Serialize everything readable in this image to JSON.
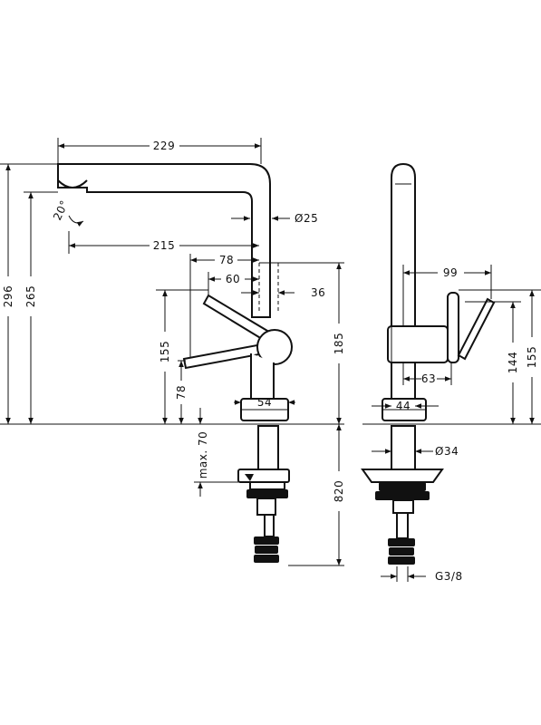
{
  "front_view": {
    "dims": {
      "spout_length": "229",
      "spout_diameter": "Ø25",
      "spout_reach": "215",
      "handle_78": "78",
      "handle_60": "60",
      "body_36": "36",
      "height_296": "296",
      "height_265": "265",
      "height_155": "155",
      "height_78": "78",
      "height_185": "185",
      "base_54": "54",
      "max_70": "max. 70",
      "length_820": "820",
      "swivel": "20°"
    }
  },
  "side_view": {
    "dims": {
      "reach_99": "99",
      "body_63": "63",
      "height_144": "144",
      "height_155": "155",
      "base_44": "44",
      "shank_34": "Ø34",
      "thread": "G3/8"
    }
  }
}
